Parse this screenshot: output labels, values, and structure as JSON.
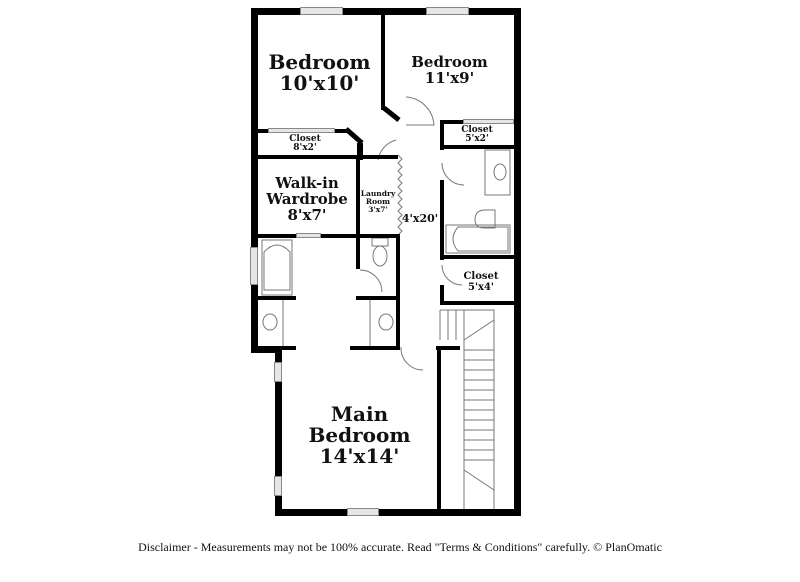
{
  "floorplan": {
    "rooms": [
      {
        "id": "bedroom-1",
        "name": "Bedroom",
        "dims": "10'x10'"
      },
      {
        "id": "bedroom-2",
        "name": "Bedroom",
        "dims": "11'x9'"
      },
      {
        "id": "closet-1",
        "name": "Closet",
        "dims": "8'x2'"
      },
      {
        "id": "closet-2",
        "name": "Closet",
        "dims": "5'x2'"
      },
      {
        "id": "walk-in",
        "name1": "Walk-in",
        "name2": "Wardrobe",
        "dims": "8'x7'"
      },
      {
        "id": "laundry",
        "name1": "Laundry",
        "name2": "Room",
        "dims": "3'x7'"
      },
      {
        "id": "hallway",
        "dims": "4'x20'"
      },
      {
        "id": "closet-3",
        "name": "Closet",
        "dims": "5'x4'"
      },
      {
        "id": "main-bedroom",
        "name1": "Main",
        "name2": "Bedroom",
        "dims": "14'x14'"
      }
    ]
  },
  "footer": {
    "disclaimer": "Disclaimer - Measurements may not be 100% accurate. Read \"Terms & Conditions\" carefully. © PlanOmatic"
  }
}
